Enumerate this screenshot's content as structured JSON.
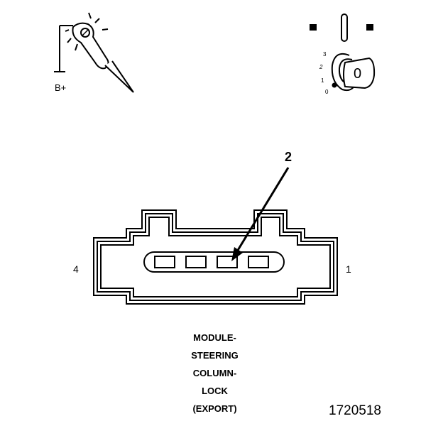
{
  "probe": {
    "label": "B+"
  },
  "ignition": {
    "positions": [
      "3",
      "2",
      "1",
      "0"
    ],
    "key_label": "0"
  },
  "connector": {
    "callout": "2",
    "pin_left": "4",
    "pin_right": "1",
    "caption_lines": [
      "MODULE-",
      "STEERING",
      "COLUMN-",
      "LOCK",
      "(EXPORT)"
    ]
  },
  "figure_id": "1720518"
}
